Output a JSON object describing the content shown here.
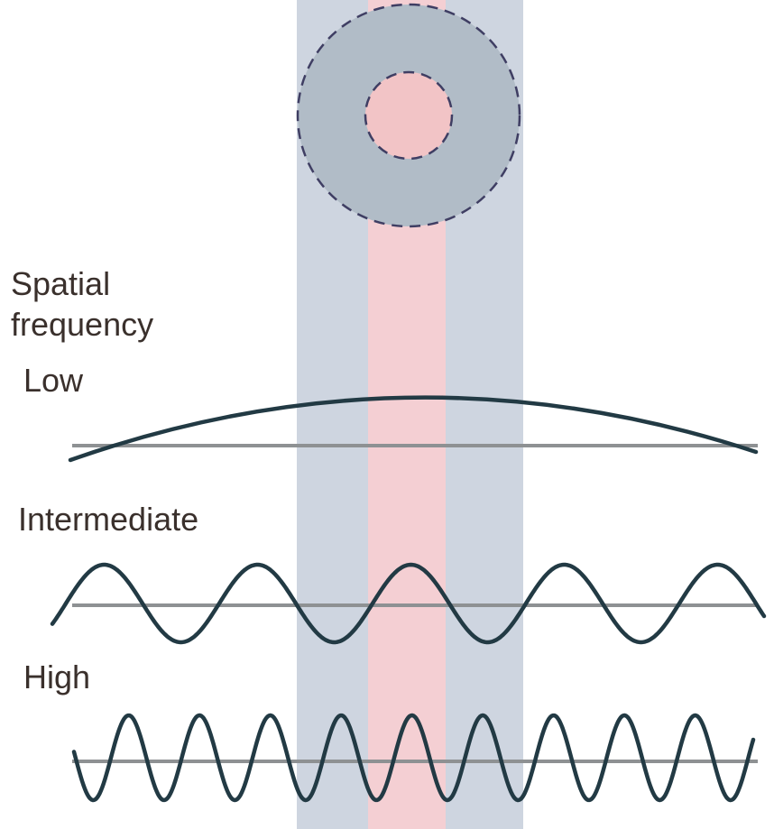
{
  "labels": {
    "heading_line1": "Spatial",
    "heading_line2": "frequency",
    "low": "Low",
    "intermediate": "Intermediate",
    "high": "High"
  },
  "colors": {
    "surround_band": "#ced5e0",
    "center_band": "#f4cfd3",
    "surround_circle": "#b1bcc7",
    "center_circle": "#f2c4c6",
    "circle_outline": "#3f3e63",
    "wave": "#223a44",
    "baseline": "#8e9193",
    "text": "#3a302c"
  }
}
